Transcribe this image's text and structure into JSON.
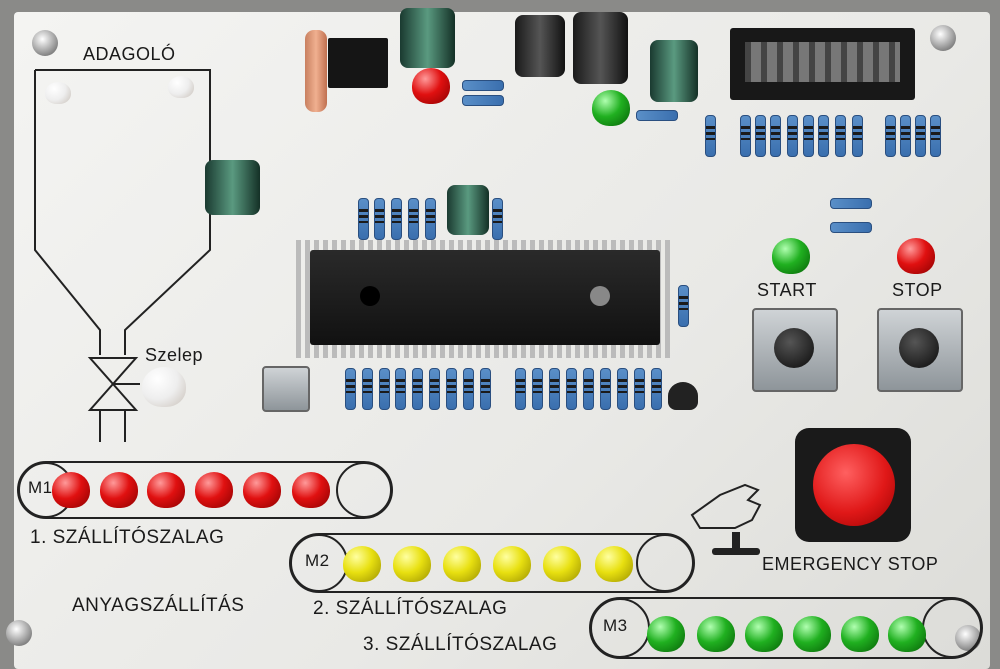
{
  "labels": {
    "hopper": "ADAGOLÓ",
    "valve": "Szelep",
    "conveyor1_motor": "M1",
    "conveyor1": "1. SZÁLLÍTÓSZALAG",
    "conveyor2_motor": "M2",
    "conveyor2": "2. SZÁLLÍTÓSZALAG",
    "conveyor3_motor": "M3",
    "conveyor3": "3. SZÁLLÍTÓSZALAG",
    "material_transport": "ANYAGSZÁLLÍTÁS",
    "start": "START",
    "stop": "STOP",
    "emergency": "EMERGENCY STOP"
  },
  "colors": {
    "board": "#f0f0ee",
    "led_red": "#e01010",
    "led_yellow": "#e8e010",
    "led_green": "#20b020",
    "resistor": "#4a7fbe",
    "emergency_button": "#e02020"
  }
}
